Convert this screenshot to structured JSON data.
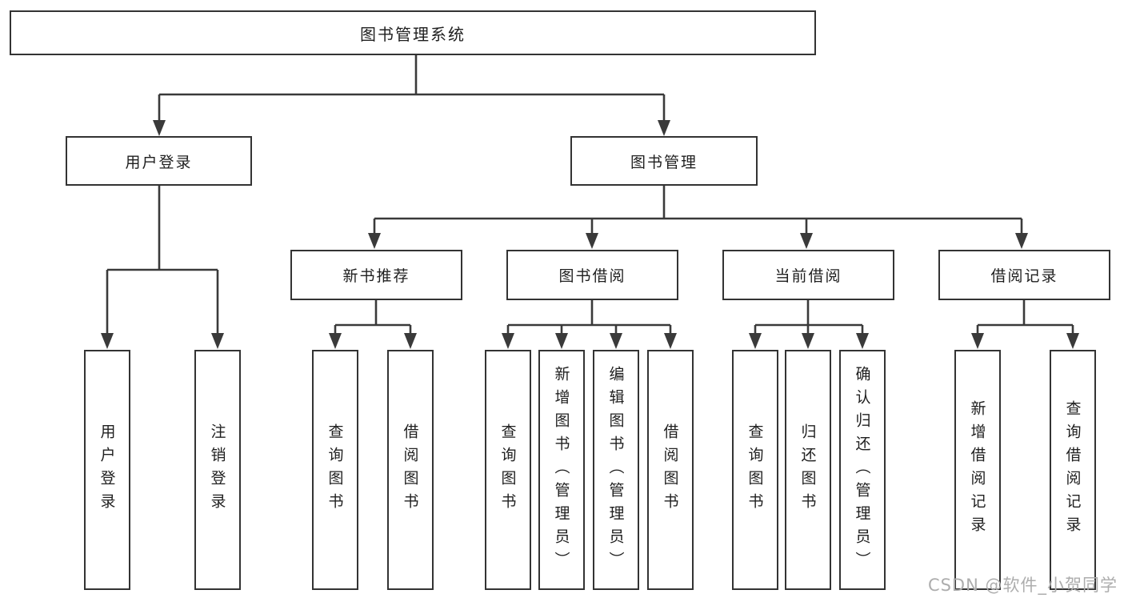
{
  "colors": {
    "line": "#3a3a3a",
    "box-border": "#333333",
    "text": "#1f1f1f",
    "watermark": "#adadad",
    "background": "#ffffff"
  },
  "watermark": "CSDN @软件_小贺同学",
  "tree": {
    "root": "图书管理系统",
    "branches": [
      {
        "label": "用户登录",
        "children": [
          "用户登录",
          "注销登录"
        ]
      },
      {
        "label": "图书管理",
        "groups": [
          {
            "label": "新书推荐",
            "children": [
              "查询图书",
              "借阅图书"
            ]
          },
          {
            "label": "图书借阅",
            "children": [
              "查询图书",
              "新增图书（管理员）",
              "编辑图书（管理员）",
              "借阅图书"
            ]
          },
          {
            "label": "当前借阅",
            "children": [
              "查询图书",
              "归还图书",
              "确认归还（管理员）"
            ]
          },
          {
            "label": "借阅记录",
            "children": [
              "新增借阅记录",
              "查询借阅记录"
            ]
          }
        ]
      }
    ]
  }
}
